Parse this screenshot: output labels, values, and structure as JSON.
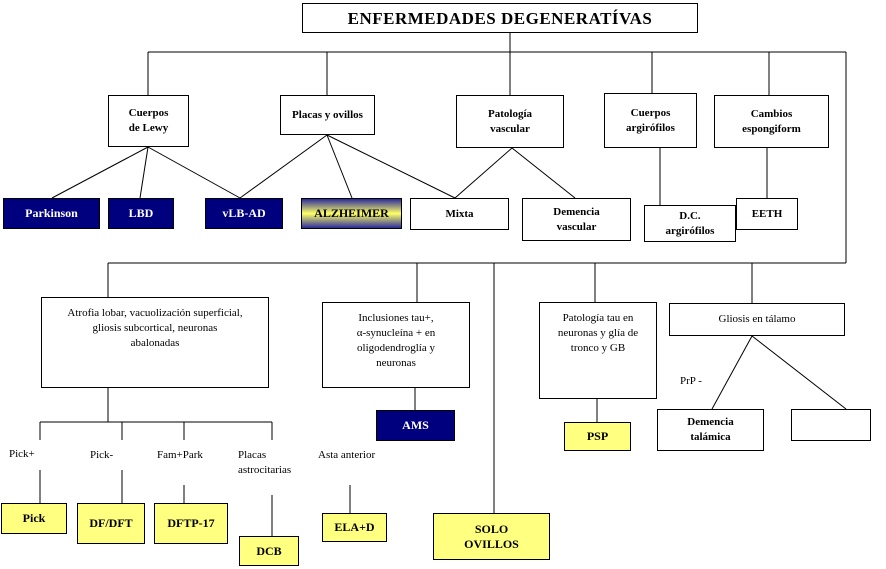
{
  "title": "ENFERMEDADES DEGENERATÍVAS",
  "categories": {
    "lewy": "Cuerpos\nde Lewy",
    "placas": "Placas y ovillos",
    "vascular": "Patología\nvascular",
    "argirofilos": "Cuerpos\nargirófilos",
    "espongiform": "Cambios\nespongiform"
  },
  "diseases": {
    "parkinson": "Parkinson",
    "lbd": "LBD",
    "vlbad": "vLB-AD",
    "alzheimer": "ALZHEIMER",
    "mixta": "Mixta",
    "demencia_vascular": "Demencia\nvascular",
    "dc_argirofilos": "D.C.\nargirófilos",
    "eeth": "EETH"
  },
  "lower": {
    "atrofia": "Atrofia lobar, vacuolización superficial,\ngliosis subcortical,  neuronas\nabalonadas",
    "inclusiones": "Inclusiones tau+,\nα-synucleína + en\noligodendroglía y\nneuronas",
    "patologia_tau": "Patología tau en\nneuronas y glía de\ntronco y GB",
    "gliosis": "Gliosis en tálamo",
    "ams": "AMS",
    "psp": "PSP",
    "solo_ovillos": "SOLO\nOVILLOS",
    "demencia_talamica": "Demencia\ntalámica",
    "empty_box": ""
  },
  "labels": {
    "pick_plus": "Pick+",
    "pick_minus": "Pick-",
    "fam_park": "Fam+Park",
    "placas_astro": "Placas\nastrocitarias",
    "asta_anterior": "Asta anterior",
    "prp": "PrP -"
  },
  "leaves": {
    "pick": "Pick",
    "df_dft": "DF/DFT",
    "dftp17": "DFTP-17",
    "dcb": "DCB",
    "ela_d": "ELA+D"
  }
}
